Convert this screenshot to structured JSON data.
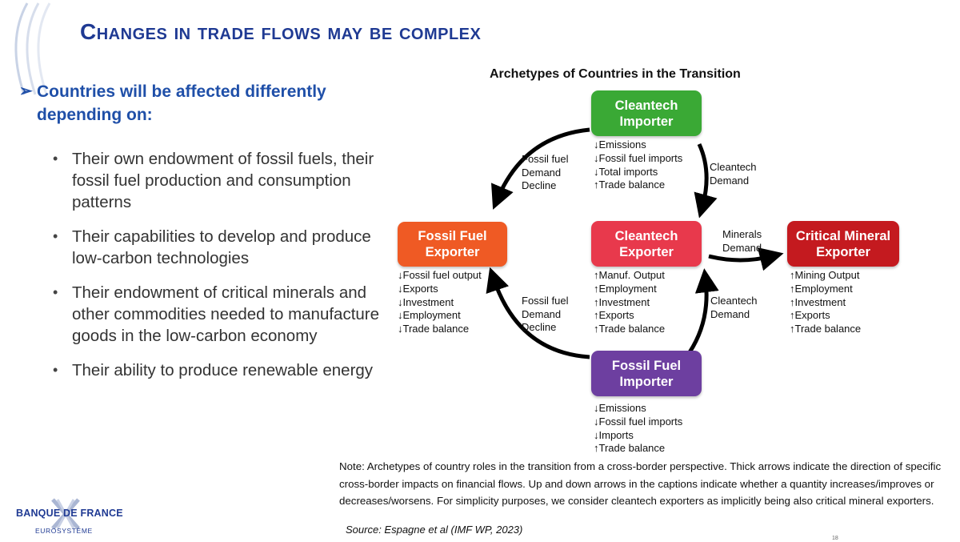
{
  "slide": {
    "title": "Changes in trade flows may be complex",
    "lead_marker": "➢",
    "lead_text": "Countries will be affected differently depending on:",
    "bullet_glyph": "•",
    "bullets": [
      "Their own endowment of fossil fuels, their fossil fuel production and consumption patterns",
      "Their capabilities to develop and produce low-carbon technologies",
      "Their endowment of critical minerals and other commodities needed to manufacture goods in the low-carbon economy",
      "Their ability to produce renewable energy"
    ],
    "note": "Note: Archetypes of country roles in the transition from a cross-border perspective. Thick arrows indicate the direction of specific cross-border impacts on financial flows. Up and down arrows in the captions indicate whether a quantity increases/improves or decreases/worsens. For simplicity purposes, we consider cleantech exporters as implicitly being also critical mineral exporters.",
    "source": "Source: Espagne et al (IMF WP, 2023)",
    "page_number": "18"
  },
  "logo": {
    "name": "BANQUE DE FRANCE",
    "subtitle": "EUROSYSTÈME"
  },
  "diagram": {
    "title": "Archetypes of Countries in the Transition",
    "boxes": {
      "cleantech_importer": {
        "line1": "Cleantech",
        "line2": "Importer",
        "color": "#3aa935"
      },
      "fossil_fuel_exporter": {
        "line1": "Fossil Fuel",
        "line2": "Exporter",
        "color": "#ef5a24"
      },
      "cleantech_exporter": {
        "line1": "Cleantech",
        "line2": "Exporter",
        "color": "#e8394c"
      },
      "critical_mineral_exporter": {
        "line1": "Critical Mineral",
        "line2": "Exporter",
        "color": "#c41a1f"
      },
      "fossil_fuel_importer": {
        "line1": "Fossil Fuel",
        "line2": "Importer",
        "color": "#6d3fa0"
      }
    },
    "captions": {
      "cleantech_importer": [
        "↓Emissions",
        "↓Fossil fuel imports",
        "↓Total imports",
        "↑Trade balance"
      ],
      "fossil_fuel_exporter": [
        "↓Fossil fuel output",
        "↓Exports",
        "↓Investment",
        "↓Employment",
        "↓Trade balance"
      ],
      "cleantech_exporter": [
        "↑Manuf. Output",
        "↑Employment",
        "↑Investment",
        "↑Exports",
        "↑Trade balance"
      ],
      "critical_mineral_exporter": [
        "↑Mining Output",
        "↑Employment",
        "↑Investment",
        "↑Exports",
        "↑Trade balance"
      ],
      "fossil_fuel_importer": [
        "↓Emissions",
        "↓Fossil fuel imports",
        "↓Imports",
        "↑Trade balance"
      ]
    },
    "arrow_labels": {
      "top_left": [
        "Fossil fuel",
        "Demand",
        "Decline"
      ],
      "top_right": [
        "Cleantech",
        "Demand"
      ],
      "bottom_left": [
        "Fossil fuel",
        "Demand",
        "Decline"
      ],
      "bottom_right": [
        "Cleantech",
        "Demand"
      ],
      "minerals": [
        "Minerals",
        "Demand"
      ]
    }
  }
}
